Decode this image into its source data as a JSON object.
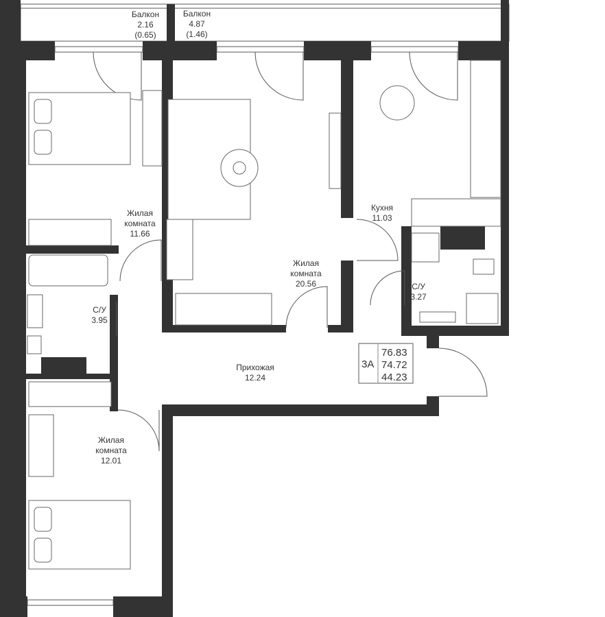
{
  "rooms": {
    "balcony1": {
      "name": "Балкон",
      "area": "2.16",
      "area_reduced": "(0.65)"
    },
    "balcony2": {
      "name": "Балкон",
      "area": "4.87",
      "area_reduced": "(1.46)"
    },
    "bedroom1": {
      "name_line1": "Жилая",
      "name_line2": "комната",
      "area": "11.66"
    },
    "living": {
      "name_line1": "Жилая",
      "name_line2": "комната",
      "area": "20.56"
    },
    "kitchen": {
      "name": "Кухня",
      "area": "11.03"
    },
    "bath1": {
      "name": "С/У",
      "area": "3.95"
    },
    "bath2": {
      "name": "С/У",
      "area": "3.27"
    },
    "hall": {
      "name": "Прихожая",
      "area": "12.24"
    },
    "bedroom2": {
      "name_line1": "Жилая",
      "name_line2": "комната",
      "area": "12.01"
    }
  },
  "summary": {
    "type": "3А",
    "total_area": "76.83",
    "area_no_balcony": "74.72",
    "living_area": "44.23"
  },
  "colors": {
    "wall": "#333333",
    "line": "#555555"
  }
}
